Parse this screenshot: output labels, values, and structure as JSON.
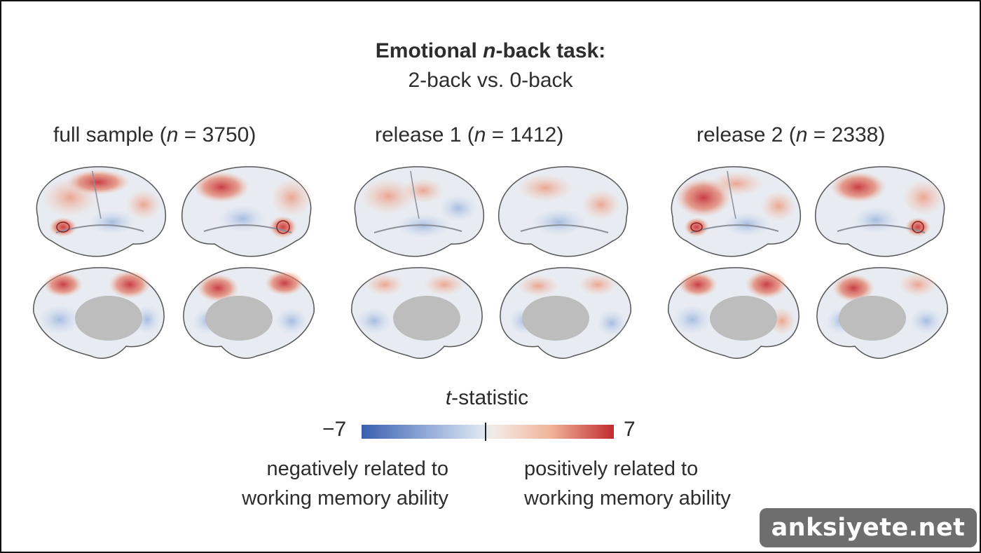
{
  "title": {
    "prefix": "Emotional ",
    "italic": "n",
    "suffix": "-back task:",
    "subtitle": "2-back vs. 0-back"
  },
  "panels": [
    {
      "prefix": "full sample (",
      "italic": "n",
      "suffix": "  = 3750)"
    },
    {
      "prefix": "release 1 (",
      "italic": "n",
      "suffix": "  = 1412)"
    },
    {
      "prefix": "release 2 (",
      "italic": "n",
      "suffix": "  = 2338)"
    }
  ],
  "colorbar": {
    "title_italic": "t",
    "title_suffix": "-statistic",
    "min_label": "−7",
    "max_label": "7",
    "negative_line1": "negatively related to",
    "negative_line2": "working memory ability",
    "positive_line1": "positively related to",
    "positive_line2": "working memory ability",
    "colors": {
      "negative": "#3b5fb0",
      "neutral": "#eeeeee",
      "positive": "#c22a2f"
    }
  },
  "watermark": "anksiyete.net"
}
